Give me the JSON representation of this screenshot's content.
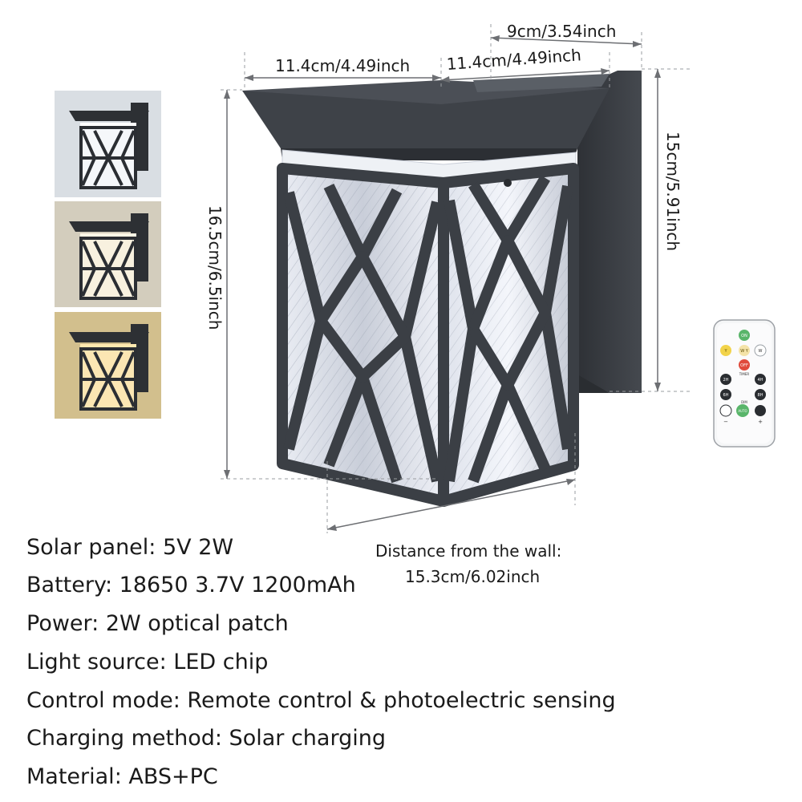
{
  "dimensions": {
    "top_width": "11.4cm/4.49inch",
    "top_depth": "11.4cm/4.49inch",
    "back_width": "9cm/3.54inch",
    "front_height": "16.5cm/6.5inch",
    "back_height": "15cm/5.91inch",
    "wall_distance_label": "Distance from the wall:",
    "wall_distance_value": "15.3cm/6.02inch"
  },
  "specs": [
    "Solar panel:  5V 2W",
    "Battery: 18650 3.7V 1200mAh",
    "Power: 2W optical patch",
    "Light source: LED chip",
    "Control mode: Remote control & photoelectric sensing",
    "Charging method: Solar charging",
    "Material: ABS+PC"
  ],
  "remote": {
    "on": "ON",
    "y": "Y",
    "wy": "W Y",
    "w": "W",
    "off": "OFF",
    "timer": "TIMER",
    "t2h": "2H",
    "t4h": "4H",
    "t6h": "6H",
    "t8h": "8H",
    "dim": "DIM",
    "auto": "AUTO",
    "minus": "−",
    "plus": "+"
  },
  "colors": {
    "lamp_body": "#3e4248",
    "cool_white_bg": "#d8dde2",
    "neutral_bg": "#d6d0c0",
    "warm_bg": "#d8c79a"
  }
}
